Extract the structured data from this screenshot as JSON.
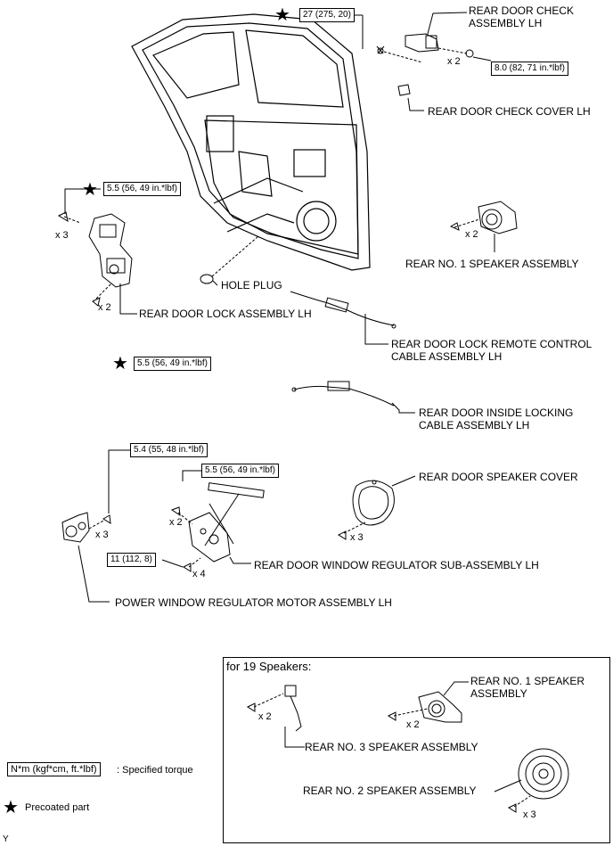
{
  "parts": {
    "door_check": "REAR DOOR CHECK\nASSEMBLY LH",
    "door_check_cover": "REAR DOOR CHECK COVER LH",
    "speaker1": "REAR NO. 1 SPEAKER ASSEMBLY",
    "hole_plug": "HOLE PLUG",
    "lock": "REAR DOOR LOCK ASSEMBLY LH",
    "remote_cable": "REAR DOOR LOCK REMOTE CONTROL\nCABLE ASSEMBLY LH",
    "inside_cable": "REAR DOOR INSIDE LOCKING\nCABLE ASSEMBLY LH",
    "speaker_cover": "REAR DOOR SPEAKER COVER",
    "window_regulator": "REAR DOOR WINDOW REGULATOR SUB-ASSEMBLY LH",
    "window_motor": "POWER WINDOW REGULATOR MOTOR ASSEMBLY LH"
  },
  "torques": {
    "t27": "27 (275, 20)",
    "t8": "8.0 (82, 71 in.*lbf)",
    "t55a": "5.5 (56, 49 in.*lbf)",
    "t55b": "5.5 (56, 49 in.*lbf)",
    "t54": "5.4 (55, 48 in.*lbf)",
    "t55c": "5.5 (56, 49 in.*lbf)",
    "t11": "11 (112, 8)"
  },
  "quantities": {
    "check_x2": "x 2",
    "lock_x3": "x 3",
    "lock_x2": "x 2",
    "spk1_x2": "x 2",
    "motor_x3": "x 3",
    "reg_x2": "x 2",
    "reg_x4": "x 4",
    "cover_x3": "x 3"
  },
  "inset": {
    "title": "for 19 Speakers:",
    "speaker1": "REAR NO. 1 SPEAKER\nASSEMBLY",
    "speaker3": "REAR NO. 3 SPEAKER ASSEMBLY",
    "speaker2": "REAR NO. 2 SPEAKER ASSEMBLY",
    "q_spk3": "x 2",
    "q_spk1": "x 2",
    "q_spk2": "x 3"
  },
  "legend": {
    "torque_box": "N*m (kgf*cm, ft.*lbf)",
    "torque_text": ": Specified torque",
    "star_text": "Precoated part",
    "star_icon": "star-icon"
  },
  "footer": {
    "code": "Y"
  }
}
